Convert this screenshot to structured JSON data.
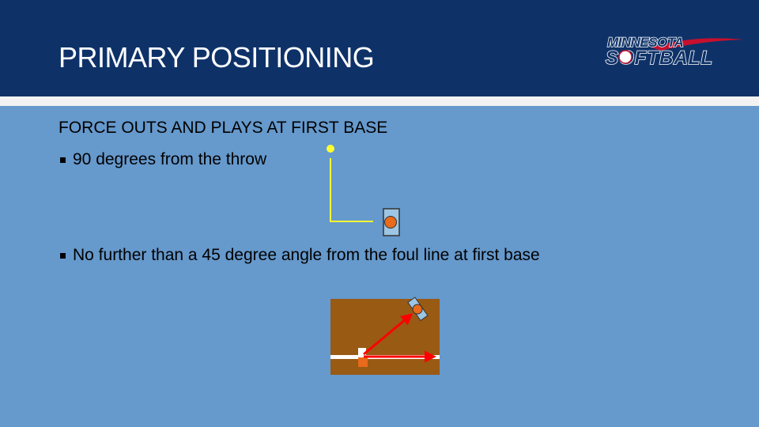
{
  "slide": {
    "title": "PRIMARY POSITIONING",
    "subheading": "FORCE OUTS AND PLAYS AT FIRST BASE",
    "bullets": [
      "90 degrees from the throw",
      "No further than a 45 degree angle from the foul line at first base"
    ]
  },
  "logo": {
    "line1": "MINNESOTA",
    "line2": "SOFTBALL"
  },
  "colors": {
    "header_bg": "#0e3268",
    "slide_bg": "#6699cc",
    "field_dirt": "#995a14",
    "throw_line": "#ffff33",
    "arrow": "#ff0000",
    "player": "#e86a1a",
    "base_bag": "#9cc6e4",
    "logo_red": "#c8102e"
  }
}
